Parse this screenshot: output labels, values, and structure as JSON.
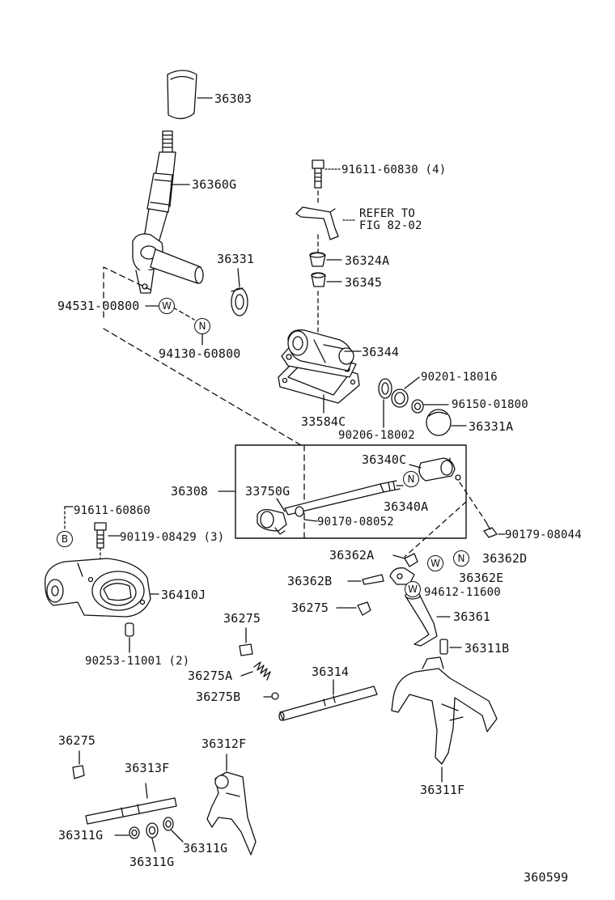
{
  "diagram": {
    "labels": {
      "p36303": "36303",
      "p36360G": "36360G",
      "p36331": "36331",
      "p94531": "94531-00800",
      "p94130": "94130-60800",
      "p91611_830": "91611-60830 (4)",
      "refer_line1": "REFER TO",
      "refer_line2": "FIG 82-02",
      "p36324A": "36324A",
      "p36345": "36345",
      "p36344": "36344",
      "p90201": "90201-18016",
      "p96150": "96150-01800",
      "p33584C": "33584C",
      "p36331A": "36331A",
      "p90206": "90206-18002",
      "p36340C": "36340C",
      "p36308": "36308",
      "p33750G": "33750G",
      "p36340A": "36340A",
      "p90170": "90170-08052",
      "p91611_860": "91611-60860",
      "p90119": "90119-08429 (3)",
      "p90179": "90179-08044",
      "p36362A": "36362A",
      "p36362D": "36362D",
      "p36362B": "36362B",
      "p36362E": "36362E",
      "p94612": "94612-11600",
      "p36410J": "36410J",
      "p36275_a": "36275",
      "p36361": "36361",
      "p36275_b": "36275",
      "p36311B": "36311B",
      "p90253": "90253-11001 (2)",
      "p36314": "36314",
      "p36275A": "36275A",
      "p36275B": "36275B",
      "p36275_c": "36275",
      "p36312F": "36312F",
      "p36313F": "36313F",
      "p36311F": "36311F",
      "p36311G_a": "36311G",
      "p36311G_b": "36311G",
      "p36311G_c": "36311G",
      "fig_number": "360599"
    },
    "markers": {
      "w1": "W",
      "n1": "N",
      "n2": "N",
      "b1": "B",
      "w2": "W",
      "n3": "N",
      "w3": "W"
    }
  }
}
